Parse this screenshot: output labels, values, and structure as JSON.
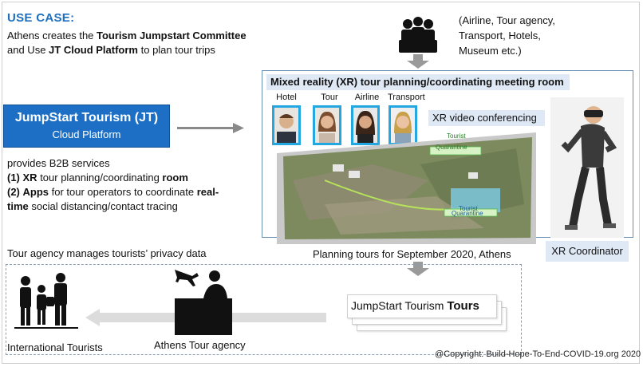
{
  "use_case_title": "USE CASE:",
  "intro": {
    "line1_pre": "Athens creates the ",
    "line1_bold": "Tourism Jumpstart Committee",
    "line2_pre": "and Use ",
    "line2_bold": "JT Cloud Platform",
    "line2_post": " to plan tour trips"
  },
  "stakeholders_note": [
    "(Airline, Tour agency,",
    "Transport, Hotels,",
    "Museum etc.)"
  ],
  "jt_box": {
    "title": "JumpStart Tourism (JT)",
    "subtitle": "Cloud Platform"
  },
  "services": {
    "heading": "provides B2B services",
    "item1": {
      "num": "(1)",
      "bold1": "XR",
      "mid": " tour planning/coordinating ",
      "bold2": "room"
    },
    "item2": {
      "num": "(2)",
      "bold1": "Apps",
      "mid": " for tour operators to coordinate ",
      "bold2": "real-",
      "bold3": "time",
      "post": " social distancing/contact tracing"
    }
  },
  "meeting_room": {
    "title": "Mixed reality (XR) tour planning/coordinating meeting room",
    "roles": [
      "Hotel",
      "Tour",
      "Airline",
      "Transport"
    ],
    "xr_video": "XR video conferencing",
    "map_labels": [
      "Tourist",
      "Quarantine",
      "Tourist",
      "Quarantine"
    ],
    "caption": "Planning tours for September 2020, Athens"
  },
  "xr_coordinator": "XR Coordinator",
  "privacy_note": "Tour agency manages tourists’ privacy data",
  "tours": {
    "prefix": "JumpStart Tourism ",
    "bold": "Tours"
  },
  "international_tourists": "International Tourists",
  "athens_agency": "Athens Tour agency",
  "copyright": "@Copyright: Build-Hope-To-End-COVID-19.org 2020",
  "colors": {
    "accent_blue": "#1c6fc4",
    "title_blue": "#1f6fbf",
    "label_bg": "#dfe8f5",
    "portrait_border": "#22a7e0"
  }
}
